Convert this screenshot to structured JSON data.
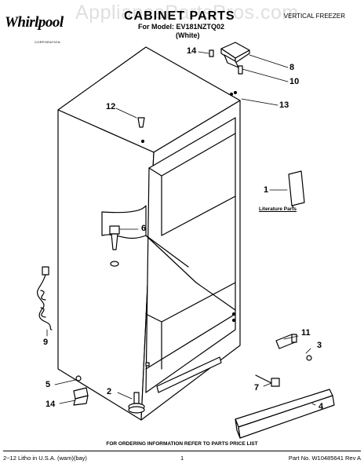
{
  "header": {
    "brand": "Whirlpool",
    "brand_sub": "CORPORATION",
    "title": "CABINET PARTS",
    "model": "For Model: EV181NZTQ02",
    "color": "(White)",
    "product_type": "VERTICAL FREEZER",
    "watermark": "AppliancePartsPros.com"
  },
  "callouts": {
    "c14_top": "14",
    "c8": "8",
    "c10": "10",
    "c12": "12",
    "c13": "13",
    "c1": "1",
    "c6": "6",
    "c9": "9",
    "c11": "11",
    "c3": "3",
    "c7": "7",
    "c4": "4",
    "c5": "5",
    "c2": "2",
    "c14_bottom": "14"
  },
  "literature_label": "Literature Parts",
  "footer": {
    "note": "FOR ORDERING INFORMATION REFER TO PARTS PRICE LIST",
    "left": "2−12 Litho in U.S.A. (wam)(bay)",
    "page": "1",
    "part_no": "Part No. W10485641 Rev A"
  }
}
